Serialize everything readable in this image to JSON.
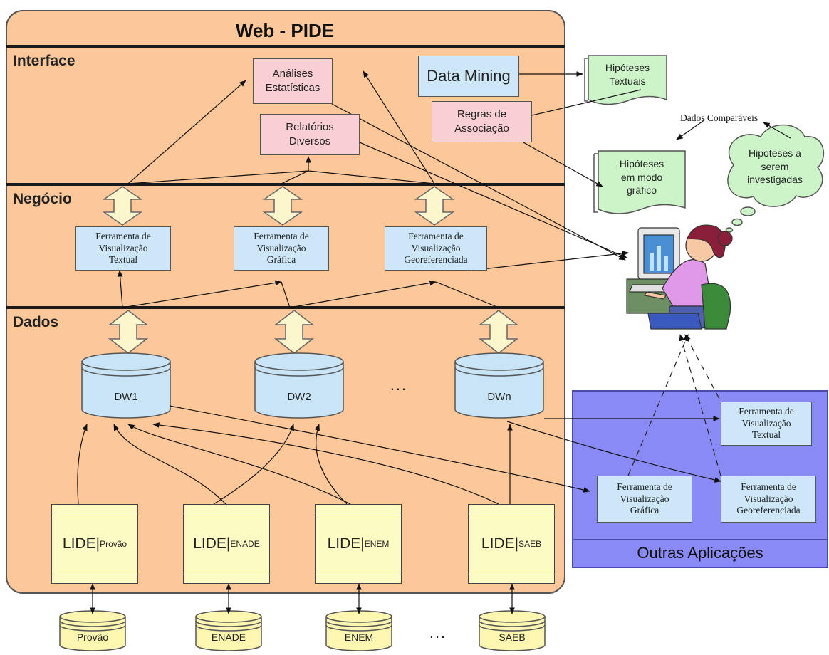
{
  "title": "Web - PIDE",
  "layers": {
    "interface": "Interface",
    "negocio": "Negócio",
    "dados": "Dados"
  },
  "interface": {
    "analises": "Análises\nEstatísticas",
    "relatorios": "Relatórios\nDiversos",
    "data_mining": "Data Mining",
    "regras": "Regras de\nAssociação"
  },
  "negocio": {
    "textual": "Ferramenta de\nVisualização\nTextual",
    "grafica": "Ferramenta de\nVisualização\nGráfica",
    "geo": "Ferramenta de\nVisualização\nGeoreferenciada"
  },
  "dados": {
    "dw1": "DW1",
    "dw2": "DW2",
    "dwn": "DWn",
    "ellipsis": "..."
  },
  "lide": {
    "base": "LIDE|",
    "provao_sub": "Provão",
    "enade_sub": "ENADE",
    "enem_sub": "ENEM",
    "saeb_sub": "SAEB"
  },
  "sources": {
    "provao": "Provão",
    "enade": "ENADE",
    "enem": "ENEM",
    "saeb": "SAEB",
    "ellipsis": "..."
  },
  "outras": {
    "title": "Outras Aplicações",
    "textual": "Ferramenta de\nVisualização\nTextual",
    "grafica": "Ferramenta de\nVisualização\nGráfica",
    "geo": "Ferramenta de\nVisualização\nGeoreferenciada"
  },
  "documents": {
    "hip_textuais": "Hipóteses\nTextuais",
    "hip_grafico": "Hipóteses\nem modo\ngráfico"
  },
  "dados_comparaveis": "Dados Comparáveis",
  "thought": "Hipóteses a\nserem\ninvestigadas",
  "colors": {
    "panel": "#fcc899",
    "outras_panel": "#8a8af6",
    "pink_box": "#f9cfd3",
    "blue_box": "#cde7f9",
    "lide": "#fdfbc4",
    "db": "#fdf6b0",
    "cylinder": "#c9e4f6",
    "document": "#cdf3c9",
    "block_arrow": "#fbf6cc"
  }
}
